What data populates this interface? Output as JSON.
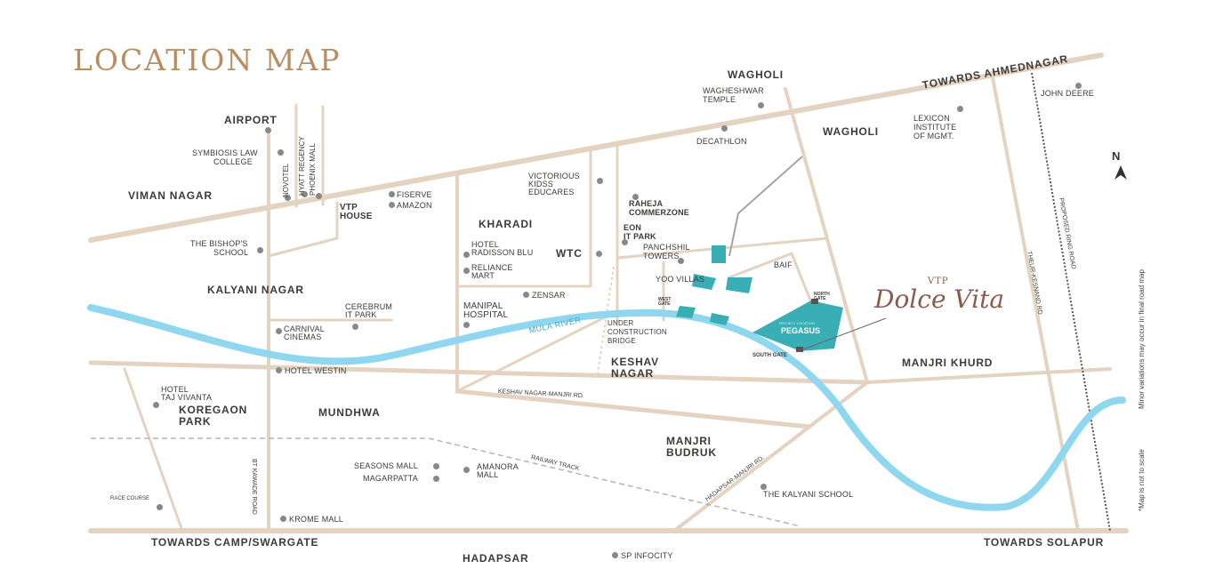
{
  "title": "LOCATION MAP",
  "project": {
    "brand_small": "VTP",
    "brand_name": "Dolce Vita",
    "plot_tag": "PROJECT LOCATION",
    "plot_name": "PEGASUS",
    "gates": [
      "NORTH GATE",
      "WEST GATE",
      "SOUTH GATE"
    ]
  },
  "north_label": "N",
  "notes": {
    "variations": "Minor variations may occur in final road map",
    "scale": "*Map is not to scale"
  },
  "colors": {
    "road": "#e4d3c1",
    "river": "#8fd6ef",
    "project_teal": "#3aaeb5",
    "title": "#b88d60",
    "brand": "#8b5a4a"
  },
  "directions": {
    "ahmednagar": "TOWARDS AHMEDNAGAR",
    "camp": "TOWARDS CAMP/SWARGATE",
    "solapur": "TOWARDS SOLAPUR"
  },
  "areas": {
    "wagholi_top": "WAGHOLI",
    "wagholi": "WAGHOLI",
    "viman_nagar": "VIMAN NAGAR",
    "kharadi": "KHARADI",
    "kalyani_nagar": "KALYANI NAGAR",
    "keshav_nagar_1": "KESHAV",
    "keshav_nagar_2": "NAGAR",
    "manjri_khurd": "MANJRI KHURD",
    "koregaon_1": "KOREGAON",
    "koregaon_2": "PARK",
    "mundhwa": "MUNDHWA",
    "manjri_budruk_1": "MANJRI",
    "manjri_budruk_2": "BUDRUK",
    "hadapsar": "HADAPSAR",
    "airport": "AIRPORT",
    "wtc": "WTC",
    "vtp_house_1": "VTP",
    "vtp_house_2": "HOUSE"
  },
  "landmarks": {
    "wagheshwar_1": "WAGHESHWAR",
    "wagheshwar_2": "TEMPLE",
    "decathlon": "DECATHLON",
    "lexicon_1": "LEXICON",
    "lexicon_2": "INSTITUTE",
    "lexicon_3": "OF MGMT.",
    "john_deere": "JOHN DEERE",
    "symbiosis_1": "SYMBIOSIS LAW",
    "symbiosis_2": "COLLEGE",
    "novotel": "NOVOTEL",
    "hyatt": "HYATT REGENCY",
    "phoenix": "PHOENIX MALL",
    "fiserve": "FISERVE",
    "amazon": "AMAZON",
    "victorious_1": "VICTORIOUS",
    "victorious_2": "KIDSS",
    "victorious_3": "EDUCARES",
    "raheja_1": "RAHEJA",
    "raheja_2": "COMMERZONE",
    "eon_1": "EON",
    "eon_2": "IT PARK",
    "bishops_1": "THE BISHOP'S",
    "bishops_2": "SCHOOL",
    "radisson_1": "HOTEL",
    "radisson_2": "RADISSON BLU",
    "reliance_1": "RELIANCE",
    "reliance_2": "MART",
    "panchshil_1": "PANCHSHIL",
    "panchshil_2": "TOWERS",
    "baif": "BAIF",
    "yoo_villas": "YOO VILLAS",
    "zensar": "ZENSAR",
    "manipal_1": "MANIPAL",
    "manipal_2": "HOSPITAL",
    "cerebrum_1": "CEREBRUM",
    "cerebrum_2": "IT PARK",
    "carnival_1": "CARNIVAL",
    "carnival_2": "CINEMAS",
    "bridge_1": "UNDER",
    "bridge_2": "CONSTRUCTION",
    "bridge_3": "BRIDGE",
    "westin": "HOTEL WESTIN",
    "taj_1": "HOTEL",
    "taj_2": "TAJ VIVANTA",
    "seasons": "SEASONS MALL",
    "magarpatta": "MAGARPATTA",
    "amanora_1": "AMANORA",
    "amanora_2": "MALL",
    "race_course": "RACE COURSE",
    "krome": "KROME MALL",
    "kalyani_school": "THE KALYANI SCHOOL",
    "sp_infocity": "SP INFOCITY"
  },
  "roads": {
    "mula_river": "MULA RIVER",
    "keshav_manjri": "KESHAV NAGAR-MANJRI RD.",
    "railway": "RAILWAY TRACK",
    "hadapsar_manjri": "HADAPSAR-MANJRI RD.",
    "bt_kawade": "BT KAWADE ROAD",
    "ring_road": "PROPOSED RING ROAD",
    "theur_kesnand": "THEUR-KESNAND RD"
  }
}
